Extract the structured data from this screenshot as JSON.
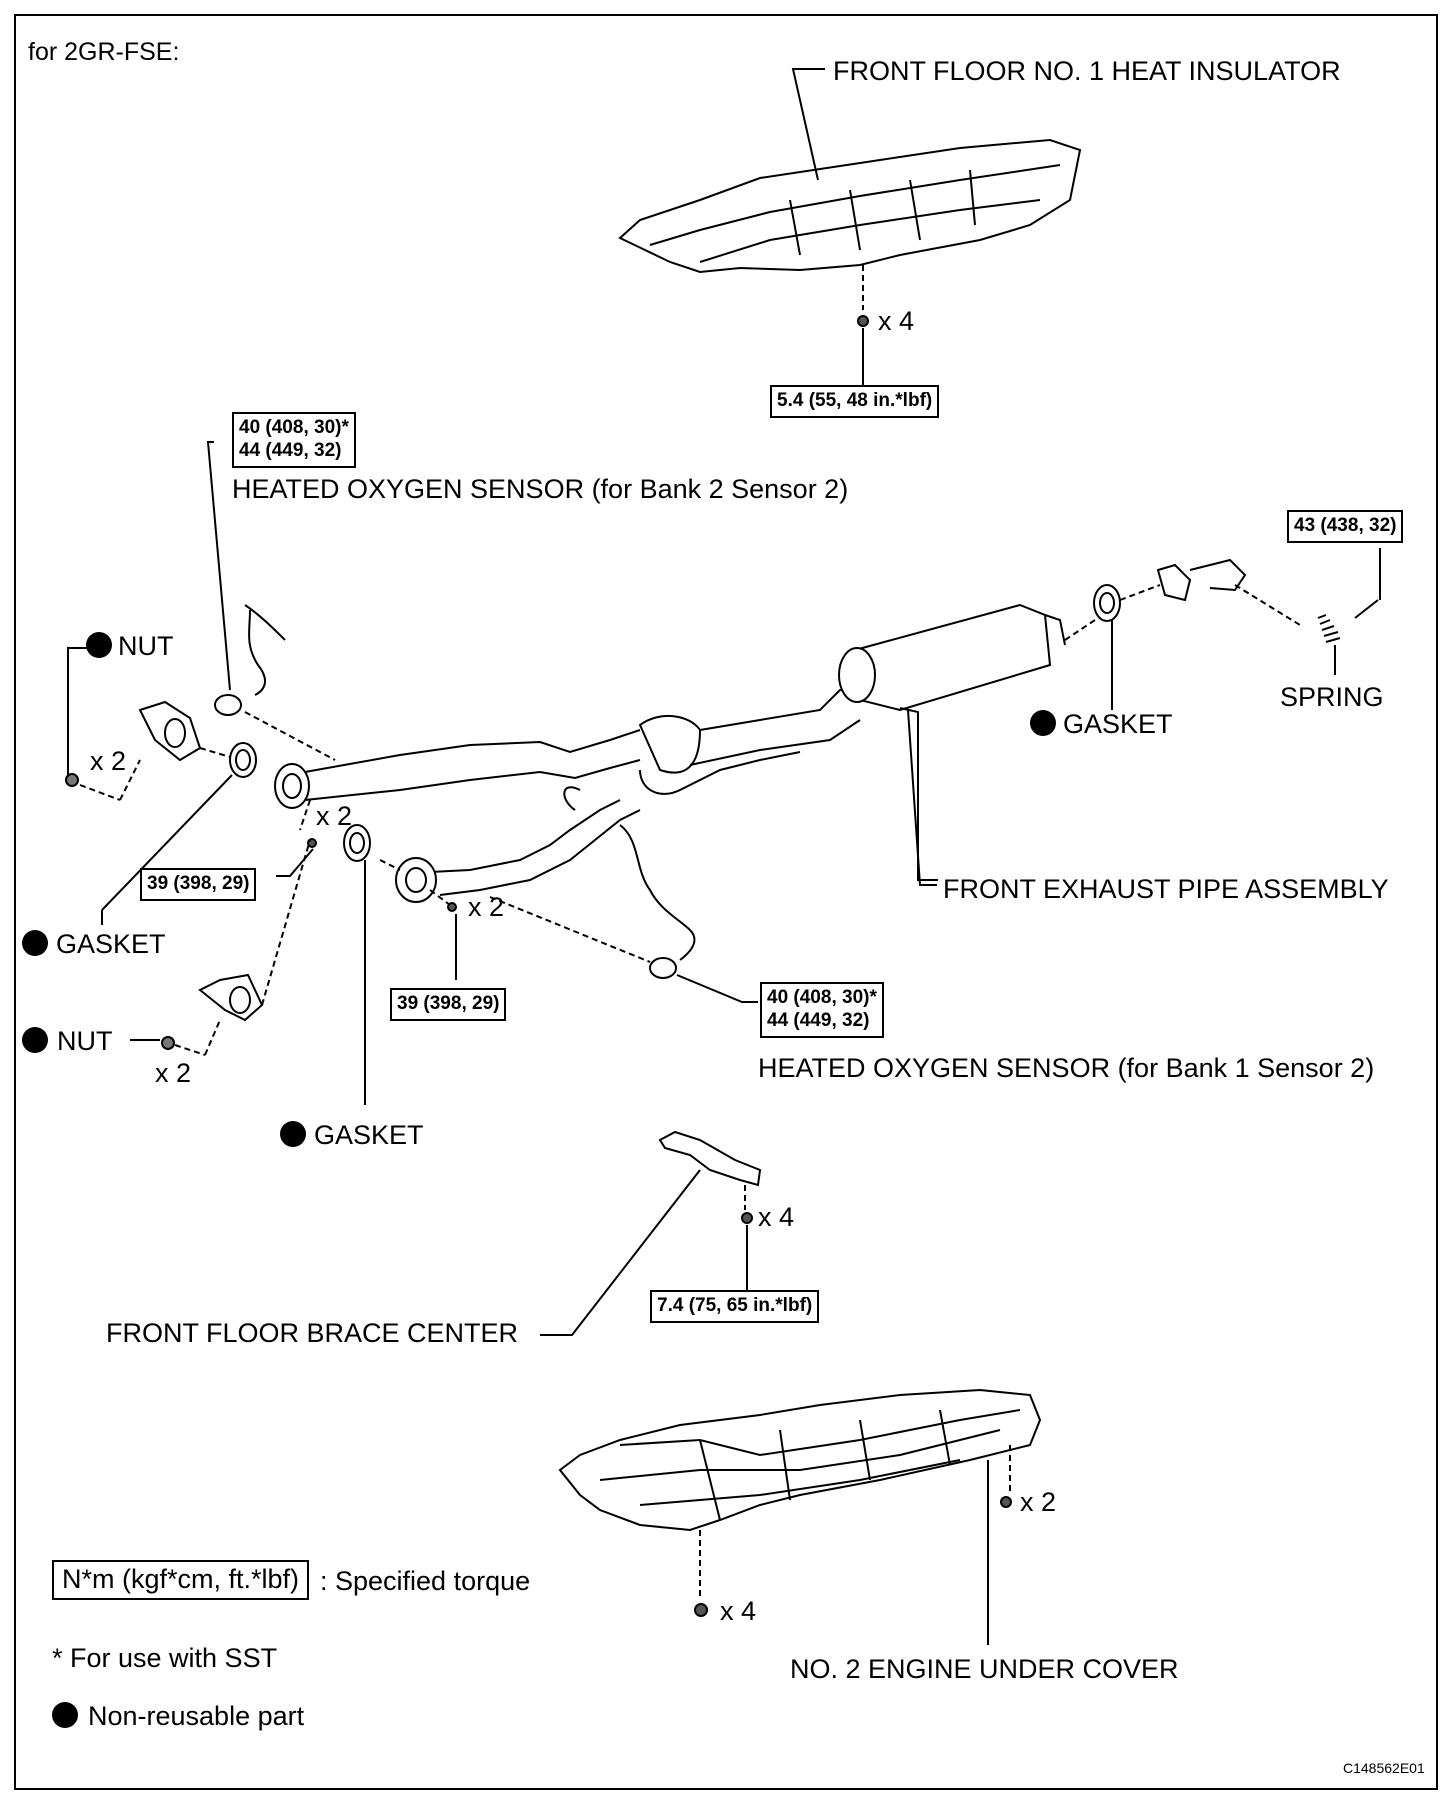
{
  "header": "for 2GR-FSE:",
  "labels": {
    "heat_insulator": "FRONT FLOOR NO. 1 HEAT INSULATOR",
    "o2_bank2": "HEATED OXYGEN SENSOR (for Bank 2 Sensor 2)",
    "o2_bank1": "HEATED OXYGEN SENSOR (for Bank 1 Sensor 2)",
    "nut_top": "NUT",
    "nut_bottom": "NUT",
    "gasket_left": "GASKET",
    "gasket_mid": "GASKET",
    "gasket_right": "GASKET",
    "spring": "SPRING",
    "front_exhaust": "FRONT EXHAUST PIPE ASSEMBLY",
    "brace": "FRONT FLOOR BRACE CENTER",
    "under_cover": "NO. 2 ENGINE UNDER COVER"
  },
  "quantities": {
    "insulator": "x 4",
    "nut_top": "x 2",
    "bolt_left": "x 2",
    "bolt_mid": "x 2",
    "nut_bottom": "x 2",
    "brace": "x 4",
    "cover_right": "x 2",
    "cover_left": "x 4"
  },
  "torques": {
    "insulator": "5.4 (55, 48 in.*lbf)",
    "o2_bank2_line1": "40 (408, 30)*",
    "o2_bank2_line2": "44 (449, 32)",
    "spring_bolt": "43 (438, 32)",
    "flange_left": "39 (398, 29)",
    "flange_mid": "39 (398, 29)",
    "o2_bank1_line1": "40 (408, 30)*",
    "o2_bank1_line2": "44 (449, 32)",
    "brace": "7.4 (75, 65 in.*lbf)"
  },
  "legend": {
    "torque_box": "N*m (kgf*cm, ft.*lbf)",
    "torque_text": ": Specified torque",
    "sst": "* For use with SST",
    "non_reusable": "Non-reusable part"
  },
  "figure_code": "C148562E01"
}
